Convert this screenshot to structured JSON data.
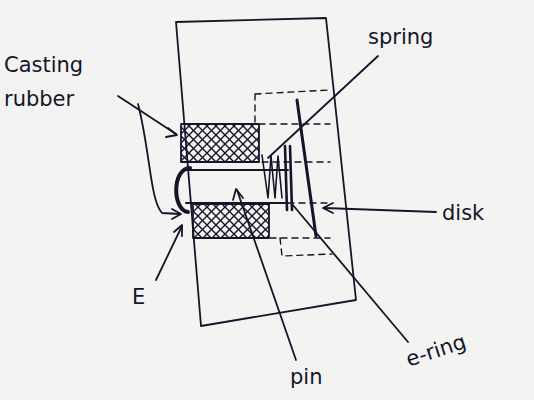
{
  "diagram": {
    "labels": [
      "Casting rubber",
      "spring",
      "disk",
      "E",
      "pin",
      "e-ring"
    ]
  }
}
